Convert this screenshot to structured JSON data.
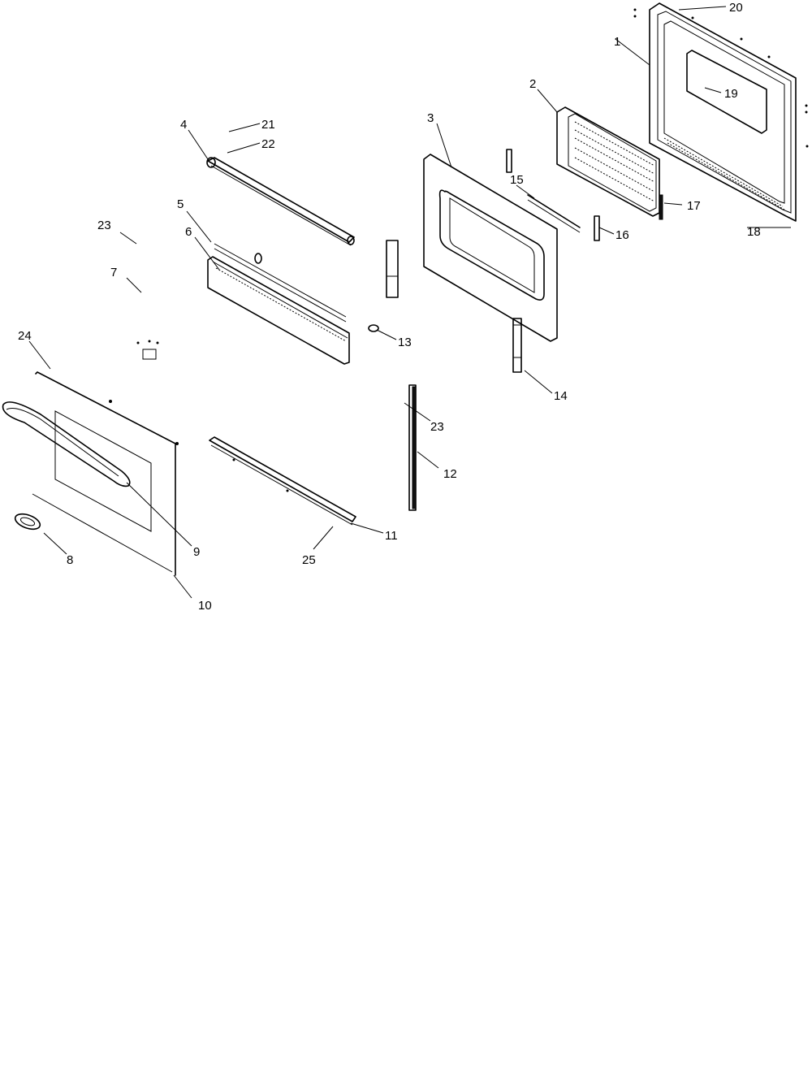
{
  "callouts": [
    {
      "id": "c1",
      "label": "1"
    },
    {
      "id": "c2",
      "label": "2"
    },
    {
      "id": "c3",
      "label": "3"
    },
    {
      "id": "c4",
      "label": "4"
    },
    {
      "id": "c5",
      "label": "5"
    },
    {
      "id": "c6",
      "label": "6"
    },
    {
      "id": "c7",
      "label": "7"
    },
    {
      "id": "c8",
      "label": "8"
    },
    {
      "id": "c9",
      "label": "9"
    },
    {
      "id": "c10",
      "label": "10"
    },
    {
      "id": "c11",
      "label": "11"
    },
    {
      "id": "c12",
      "label": "12"
    },
    {
      "id": "c13",
      "label": "13"
    },
    {
      "id": "c14",
      "label": "14"
    },
    {
      "id": "c15",
      "label": "15"
    },
    {
      "id": "c16",
      "label": "16"
    },
    {
      "id": "c17",
      "label": "17"
    },
    {
      "id": "c18",
      "label": "18"
    },
    {
      "id": "c19",
      "label": "19"
    },
    {
      "id": "c20",
      "label": "20"
    },
    {
      "id": "c21",
      "label": "21"
    },
    {
      "id": "c22",
      "label": "22"
    },
    {
      "id": "c23a",
      "label": "23"
    },
    {
      "id": "c23b",
      "label": "23"
    },
    {
      "id": "c24",
      "label": "24"
    },
    {
      "id": "c25",
      "label": "25"
    }
  ]
}
